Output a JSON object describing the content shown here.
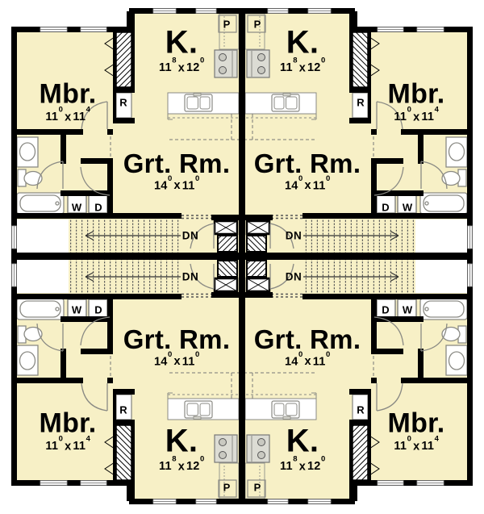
{
  "plan": {
    "units": [
      {
        "id": "upper-left"
      },
      {
        "id": "upper-right"
      },
      {
        "id": "lower-left"
      },
      {
        "id": "lower-right"
      }
    ],
    "rooms": {
      "master": {
        "name": "Mbr.",
        "dim": {
          "a": "11",
          "a_sup": "0",
          "sep": "x",
          "b": "11",
          "b_sup": "4"
        }
      },
      "kitchen": {
        "name": "K.",
        "dim": {
          "a": "11",
          "a_sup": "8",
          "sep": "x",
          "b": "12",
          "b_sup": "0"
        }
      },
      "great_room": {
        "name": "Grt. Rm.",
        "dim": {
          "a": "14",
          "a_sup": "0",
          "sep": "x",
          "b": "11",
          "b_sup": "0"
        }
      }
    },
    "labels": {
      "pantry": "P",
      "refrigerator": "R",
      "washer": "W",
      "dryer": "D",
      "stairs_down": "DN"
    },
    "colors": {
      "floor": "#f7f0c6",
      "wall": "#000000",
      "fixture_outline": "#8a8a84",
      "background": "#ffffff"
    }
  }
}
